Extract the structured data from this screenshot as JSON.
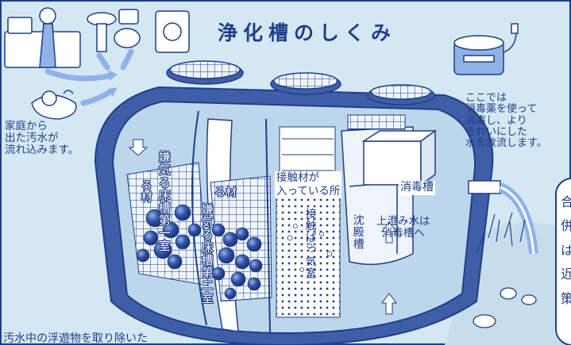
{
  "title": "浄化槽のしくみ",
  "labels": {
    "inflow": [
      "家庭から",
      "出た汚水が",
      "流れ込みます。"
    ],
    "disinfect_note": [
      "ここでは",
      "消毒薬を使って",
      "消毒し、より",
      "きれいにした",
      "水を放流します。"
    ],
    "anaerobic_1_a": "嫌気ろ床槽第一室",
    "anaerobic_1_b": "ろ材",
    "anaerobic_2_a": "ろ材",
    "anaerobic_2_b": "嫌気ろ床槽第二室",
    "contact_media": [
      "接触材が",
      "入っている所"
    ],
    "aeration": "接触ばっ気室",
    "settling": "沈殿槽",
    "supernatant": [
      "上澄み水は",
      "消毒槽へ"
    ],
    "disinfection_tank": "消毒槽",
    "bottom_note": "汚水中の浮遊物を取り除いた",
    "right_panel_chars": [
      "合",
      "併",
      "は",
      "近",
      "策"
    ]
  },
  "colors": {
    "outline": "#1f3f88",
    "background": "#d4e8f4",
    "tank_body": "#3e5ea8",
    "tank_dark": "#2a4684",
    "interior": "#bcd6ec",
    "ball_blue": "#2f52a8"
  }
}
